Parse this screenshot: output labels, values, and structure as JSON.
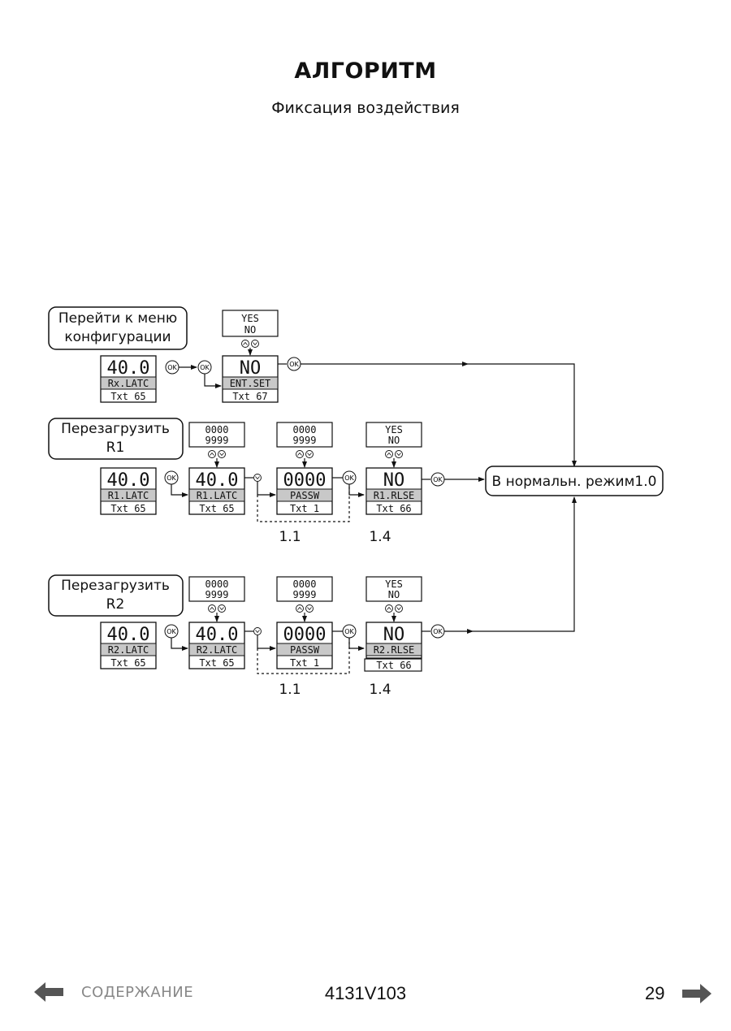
{
  "header": {
    "title": "АЛГОРИТМ",
    "subtitle": "Фиксация воздействия"
  },
  "diagram": {
    "config_menu_label": [
      "Перейти к меню",
      "конфигурации"
    ],
    "reset_r1_label": [
      "Перезагрузить",
      "R1"
    ],
    "reset_r2_label": [
      "Перезагрузить",
      "R2"
    ],
    "normal_mode_label": "В нормальн. режим1.0",
    "ok_label": "OK",
    "row1": {
      "display_value": "40.0",
      "display_code": "Rx.LATC",
      "display_txt": "Txt 65",
      "choice_top": "YES",
      "choice_bottom": "NO",
      "ent_value": "NO",
      "ent_code": "ENT.SET",
      "ent_txt": "Txt 67"
    },
    "row2": {
      "display_value": "40.0",
      "display_code": "R1.LATC",
      "display_txt": "Txt 65",
      "latc_value": "40.0",
      "latc_code": "R1.LATC",
      "latc_txt": "Txt 65",
      "latc_range_top": "0000",
      "latc_range_bottom": "9999",
      "passw_value": "0000",
      "passw_code": "PASSW",
      "passw_txt": "Txt 1",
      "passw_range_top": "0000",
      "passw_range_bottom": "9999",
      "rlse_value": "NO",
      "rlse_code": "R1.RLSE",
      "rlse_txt": "Txt 66",
      "rlse_choice_top": "YES",
      "rlse_choice_bottom": "NO",
      "ref_1": "1.1",
      "ref_2": "1.4"
    },
    "row3": {
      "display_value": "40.0",
      "display_code": "R2.LATC",
      "display_txt": "Txt 65",
      "latc_value": "40.0",
      "latc_code": "R2.LATC",
      "latc_txt": "Txt 65",
      "latc_range_top": "0000",
      "latc_range_bottom": "9999",
      "passw_value": "0000",
      "passw_code": "PASSW",
      "passw_txt": "Txt 1",
      "passw_range_top": "0000",
      "passw_range_bottom": "9999",
      "rlse_value": "NO",
      "rlse_code": "R2.RLSE",
      "rlse_txt": "Txt 66",
      "rlse_choice_top": "YES",
      "rlse_choice_bottom": "NO",
      "ref_1": "1.1",
      "ref_2": "1.4"
    }
  },
  "footer": {
    "contents_label": "СОДЕРЖАНИЕ",
    "doc_code": "4131V103",
    "page_number": "29",
    "back_icon": "arrow-left-icon",
    "next_icon": "arrow-right-icon",
    "icon_color": "#555555"
  }
}
